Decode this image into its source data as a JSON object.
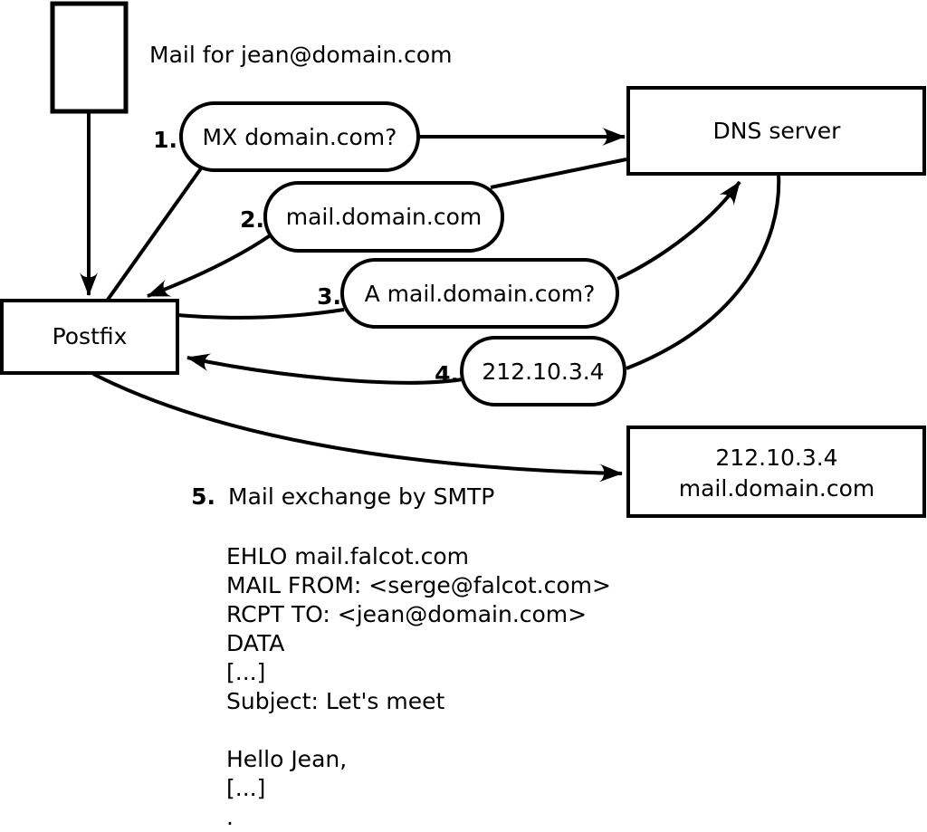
{
  "diagram": {
    "envelope_label": "Mail for jean@domain.com",
    "nodes": {
      "postfix": "Postfix",
      "dns_server": "DNS server",
      "mail_server_line1": "212.10.3.4",
      "mail_server_line2": "mail.domain.com"
    },
    "steps": [
      {
        "num": "1.",
        "label": "MX domain.com?"
      },
      {
        "num": "2.",
        "label": "mail.domain.com"
      },
      {
        "num": "3.",
        "label": "A mail.domain.com?"
      },
      {
        "num": "4.",
        "label": "212.10.3.4"
      },
      {
        "num": "5.",
        "label": "Mail exchange by SMTP"
      }
    ],
    "smtp_session": {
      "lines": [
        "EHLO mail.falcot.com",
        "MAIL FROM: <serge@falcot.com>",
        "RCPT TO: <jean@domain.com>",
        "DATA",
        "[...]",
        "Subject: Let's meet",
        "",
        "Hello Jean,",
        "[...]",
        "."
      ]
    },
    "icons": {
      "envelope": "letter-rectangle"
    },
    "colors": {
      "stroke": "#000000",
      "background": "#ffffff"
    }
  }
}
